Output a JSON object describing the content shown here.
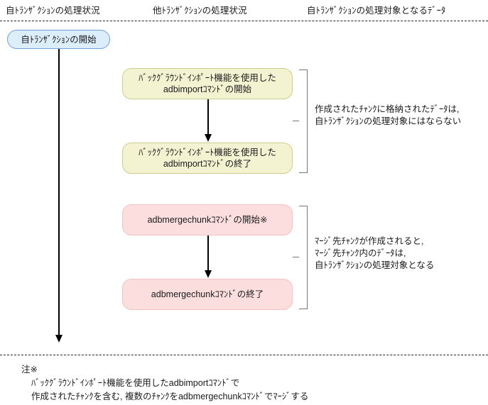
{
  "diagram": {
    "columns": [
      {
        "id": "own-transaction-status",
        "label": "自ﾄﾗﾝｻﾞｸｼｮﾝの処理状況"
      },
      {
        "id": "other-transaction-status",
        "label": "他ﾄﾗﾝｻﾞｸｼｮﾝの処理状況"
      },
      {
        "id": "own-transaction-target-data",
        "label": "自ﾄﾗﾝｻﾞｸｼｮﾝの処理対象となるﾃﾞｰﾀ"
      }
    ],
    "nodes": {
      "start": {
        "label": "自ﾄﾗﾝｻﾞｸｼｮﾝの開始",
        "fill": "#ddeefb",
        "stroke": "#6f9fd8"
      },
      "import_begin": {
        "line1": "ﾊﾞｯｸｸﾞﾗｳﾝﾄﾞｲﾝﾎﾟｰﾄ機能を使用した",
        "line2": "adbimportｺﾏﾝﾄﾞの開始",
        "fill": "#f3f3d2",
        "stroke": "#cdcd8e"
      },
      "import_end": {
        "line1": "ﾊﾞｯｸｸﾞﾗｳﾝﾄﾞｲﾝﾎﾟｰﾄ機能を使用した",
        "line2": "adbimportｺﾏﾝﾄﾞの終了",
        "fill": "#f3f3d2",
        "stroke": "#cdcd8e"
      },
      "merge_begin": {
        "line1": "adbmergechunkｺﾏﾝﾄﾞの開始※",
        "fill": "#fcdede",
        "stroke": "#f2c3c3"
      },
      "merge_end": {
        "line1": "adbmergechunkｺﾏﾝﾄﾞの終了",
        "fill": "#fcdede",
        "stroke": "#f2c3c3"
      }
    },
    "annotations": {
      "import_group": {
        "line1": "作成されたﾁｬﾝｸに格納されたﾃﾞｰﾀは,",
        "line2": "自ﾄﾗﾝｻﾞｸｼｮﾝの処理対象にはならない"
      },
      "merge_group": {
        "line1": "ﾏｰｼﾞ先ﾁｬﾝｸが作成されると,",
        "line2": "ﾏｰｼﾞ先ﾁｬﾝｸ内のﾃﾞｰﾀは,",
        "line3": "自ﾄﾗﾝｻﾞｸｼｮﾝの処理対象となる"
      }
    },
    "footnote": {
      "title": "注※",
      "line1": "ﾊﾞｯｸｸﾞﾗｳﾝﾄﾞｲﾝﾎﾟｰﾄ機能を使用したadbimportｺﾏﾝﾄﾞで",
      "line2": "作成されたﾁｬﾝｸを含む, 複数のﾁｬﾝｸをadbmergechunkｺﾏﾝﾄﾞでﾏｰｼﾞする"
    }
  }
}
